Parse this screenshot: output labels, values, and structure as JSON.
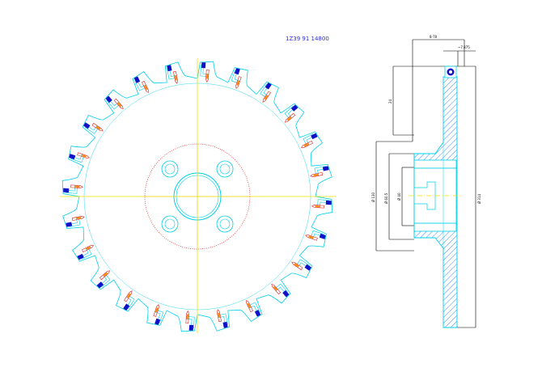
{
  "drawing": {
    "title": "1Z39 91 14800",
    "colors": {
      "outline": "#00cfe8",
      "centerline": "#f0e000",
      "flange": "#e02020",
      "insert_blue": "#1010c8",
      "hatch": "#2080ff",
      "dimension": "#000000"
    },
    "cutter": {
      "teeth": 24,
      "bolt_holes": 4,
      "insert_icon": "cutting-insert-icon"
    },
    "section_dims": {
      "top_width": "8-78",
      "insert_width": "~7.875",
      "height_a": "24",
      "dia_1": "Ø 130",
      "dia_2": "Ø 60.5",
      "dia_3": "Ø 40",
      "dia_outer": "Ø 314"
    }
  }
}
